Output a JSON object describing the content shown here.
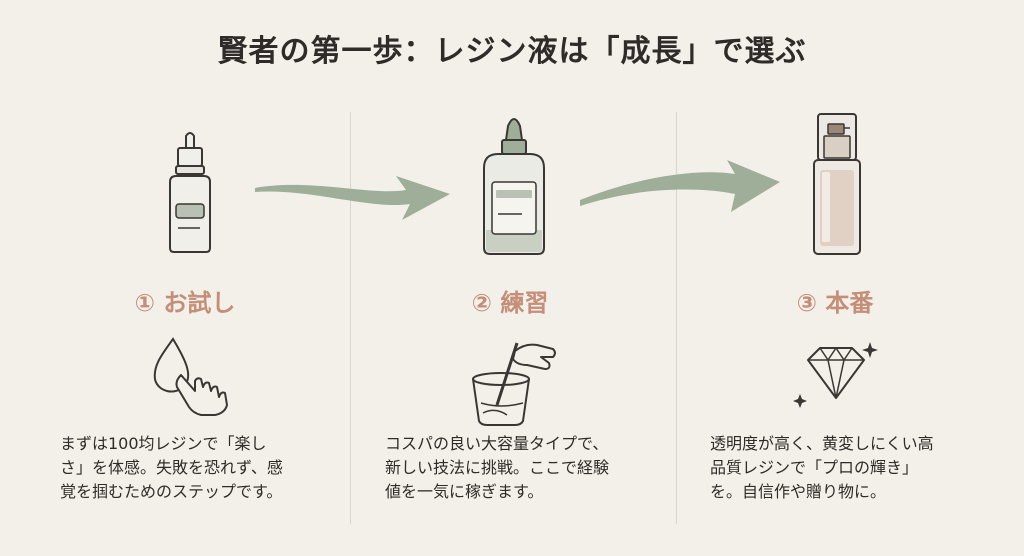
{
  "title": "賢者の第一歩：レジン液は「成長」で選ぶ",
  "steps": [
    {
      "label": "① お試し",
      "description": "まずは100均レジンで「楽し\nさ」を体感。失敗を恐れず、感\n覚を掴むためのステップです。",
      "illustration": "small-dropper-bottle",
      "icon": "touch-drop-icon"
    },
    {
      "label": "② 練習",
      "description": "コスパの良い大容量タイプで、\n新しい技法に挑戦。ここで経験\n値を一気に稼ぎます。",
      "illustration": "large-nozzle-bottle",
      "icon": "mixing-cup-icon"
    },
    {
      "label": "③ 本番",
      "description": "透明度が高く、黄変しにくい高\n品質レジンで「プロの輝き」\nを。自信作や贈り物に。",
      "illustration": "premium-pump-bottle",
      "icon": "diamond-icon"
    }
  ],
  "colors": {
    "background": "#f3f0ea",
    "step_label": "#c48e78",
    "arrow": "#9fae98",
    "text": "#2f2b28"
  }
}
